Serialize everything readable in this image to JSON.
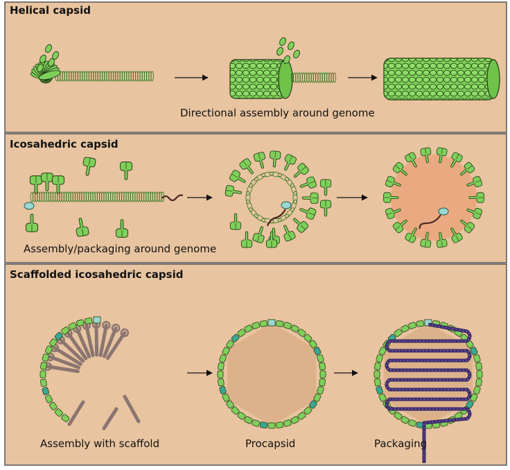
{
  "colors": {
    "background": "#e8c4a0",
    "border": "#555555",
    "capsomer": "#7fd05a",
    "capsomer_outline": "#1f3a12",
    "genome": "#4a2a22",
    "scaffold": "#8b7570",
    "vertex": "#3aa893",
    "portal": "#9ad8d0",
    "procapsid_fill": "#ddb28a",
    "dna": "#3c2a6a"
  },
  "panels": [
    {
      "title": "Helical capsid",
      "captions": [
        "Directional assembly around genome"
      ]
    },
    {
      "title": "Icosahedric capsid",
      "captions": [
        "Assembly/packaging around genome"
      ]
    },
    {
      "title": "Scaffolded icosahedric capsid",
      "captions": [
        "Assembly with scaffold",
        "Procapsid",
        "Packaging"
      ]
    }
  ]
}
